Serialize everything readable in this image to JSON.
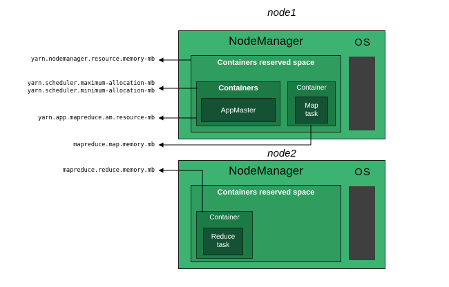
{
  "node1": {
    "title": "node1",
    "nodemanager": "NodeManager",
    "os": "OS",
    "reserved": "Containers reserved space",
    "containers": "Containers",
    "appmaster": "AppMaster",
    "container": "Container",
    "map_task": "Map task"
  },
  "node2": {
    "title": "node2",
    "nodemanager": "NodeManager",
    "os": "OS",
    "reserved": "Containers reserved space",
    "container": "Container",
    "reduce_task": "Reduce task"
  },
  "properties": {
    "nodemanager_resource": "yarn.nodemanager.resource.memory-mb",
    "scheduler_max": "yarn.scheduler.maximum-allocation-mb",
    "scheduler_min": "yarn.scheduler.minimum-allocation-mb",
    "am_resource": "yarn.app.mapreduce.am.resource-mb",
    "map_memory": "mapreduce.map.memory.mb",
    "reduce_memory": "mapreduce.reduce.memory.mb"
  },
  "colors": {
    "node_fill": "#3cb371",
    "reserved_fill": "#2e9d5e",
    "container_fill": "#1c7a45",
    "task_fill": "#145233",
    "os_fill": "#3f3f3f"
  }
}
